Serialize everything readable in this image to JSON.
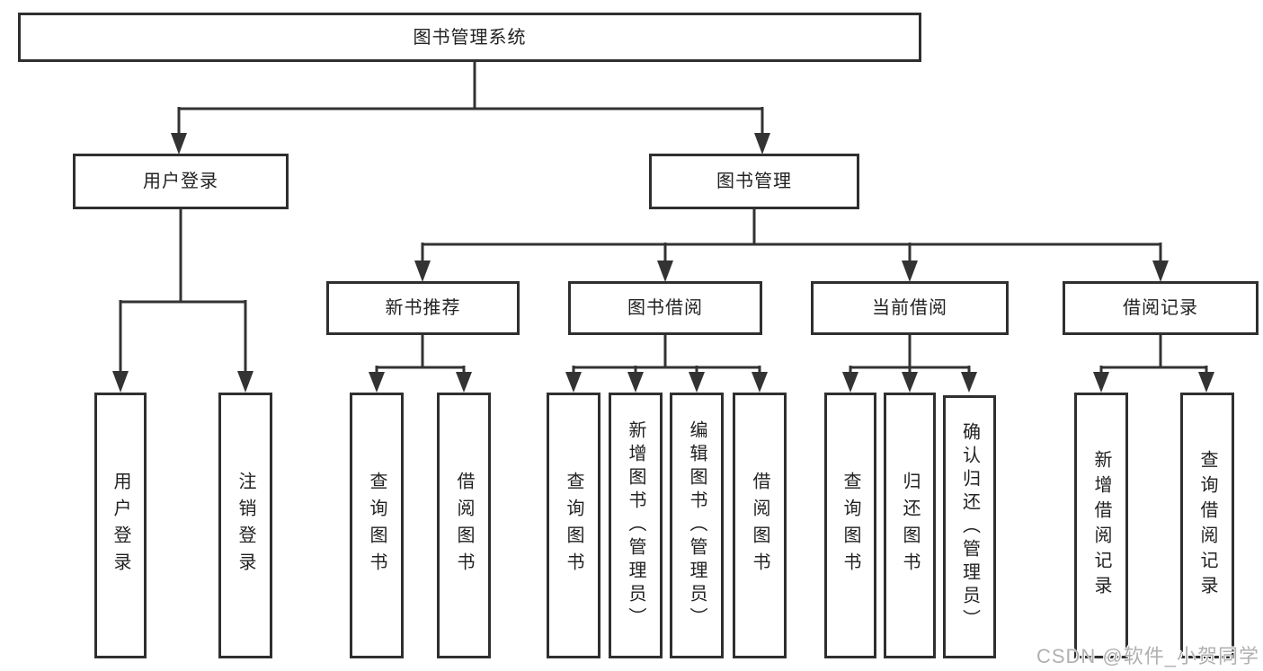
{
  "diagram": {
    "root": "图书管理系统",
    "user_login": {
      "label": "用户登录",
      "children": {
        "login": "用户登录",
        "logout": "注销登录"
      }
    },
    "book_mgmt": {
      "label": "图书管理",
      "new_book_rec": {
        "label": "新书推荐",
        "children": {
          "query_books": "查询图书",
          "borrow_books": "借阅图书"
        }
      },
      "book_borrow": {
        "label": "图书借阅",
        "children": {
          "query_books": "查询图书",
          "add_books": "新增图书（管理员）",
          "edit_books": "编辑图书（管理员）",
          "borrow_books": "借阅图书"
        }
      },
      "current_borrow": {
        "label": "当前借阅",
        "children": {
          "query_books": "查询图书",
          "return_books": "归还图书",
          "confirm_return": "确认归还（管理员）"
        }
      },
      "borrow_records": {
        "label": "借阅记录",
        "children": {
          "add_record": "新增借阅记录",
          "query_record": "查询借阅记录"
        }
      }
    }
  },
  "watermark": "CSDN @软件_小贺同学",
  "colors": {
    "line": "#333333",
    "box_border": "#2f2f2f",
    "text": "#222222",
    "watermark": "#b0b0b0",
    "background": "#ffffff"
  }
}
